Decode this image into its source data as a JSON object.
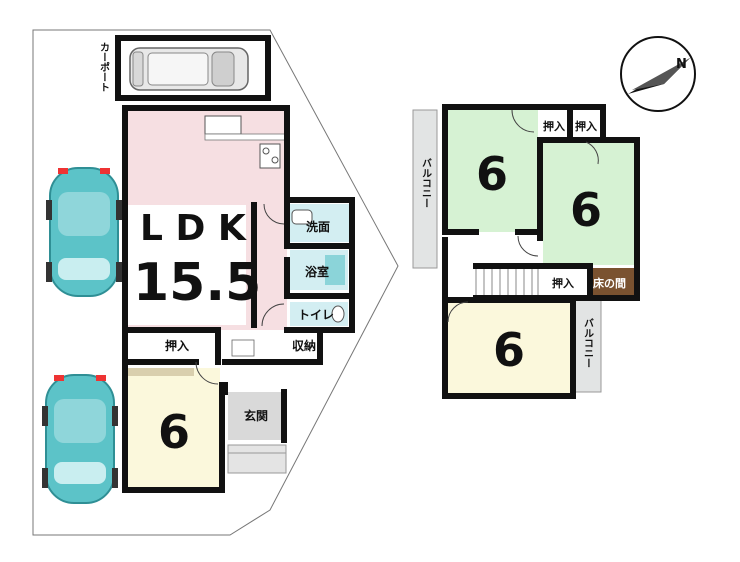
{
  "colors": {
    "wall": "#111111",
    "ldk": "#f6dfe2",
    "bedroom": "#fbf8dc",
    "tatami": "#d6f2d3",
    "wet": "#d3eef2",
    "entrance": "#d9d9d9",
    "tokonoma": "#7a5230",
    "balcony": "#e2e4e4",
    "car_body": "#5cc3c8"
  },
  "compass": {
    "label": "N"
  },
  "carport": {
    "label": "カーポート"
  },
  "first_floor": {
    "ldk": {
      "label": "L D K",
      "size": "15.5"
    },
    "bedroom": {
      "size": "6"
    },
    "senmen": "洗面",
    "bath": "浴室",
    "toilet": "トイレ",
    "oshiire": "押入",
    "shuno": "収納",
    "genkan": "玄関"
  },
  "second_floor": {
    "tatami_left": {
      "size": "6"
    },
    "tatami_right": {
      "size": "6"
    },
    "western": {
      "size": "6"
    },
    "oshiire_1": "押入",
    "oshiire_2": "押入",
    "oshiire_3": "押入",
    "tokonoma": "床の間",
    "balcony_left": "バルコニー",
    "balcony_right": "バルコニー"
  }
}
